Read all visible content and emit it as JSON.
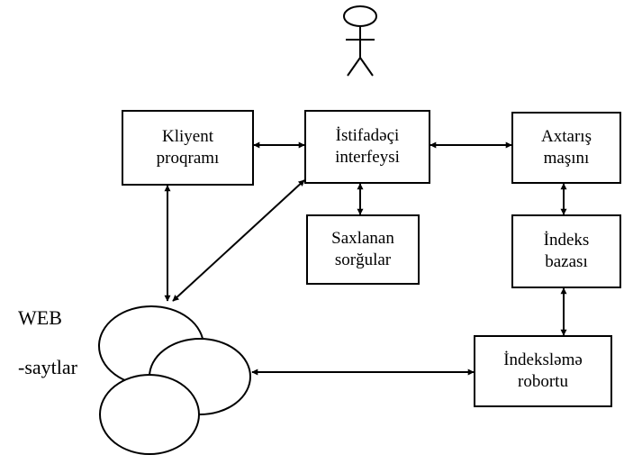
{
  "actor": {
    "icon": "stick-figure-user-icon"
  },
  "boxes": {
    "client_program": "Kliyent\nproqramı",
    "user_interface": "İstifadəçi\ninterfeysi",
    "search_engine": "Axtarış\nmaşını",
    "saved_queries": "Saxlanan\nsorğular",
    "index_db": "İndeks\nbazası",
    "indexing_robot": "İndeksləmə\nrobortu"
  },
  "web_sites": {
    "title": "WEB",
    "subtitle": "-saytlar",
    "icon": "web-sites-ellipses-icon"
  },
  "colors": {
    "line": "#000000",
    "background": "#ffffff"
  }
}
